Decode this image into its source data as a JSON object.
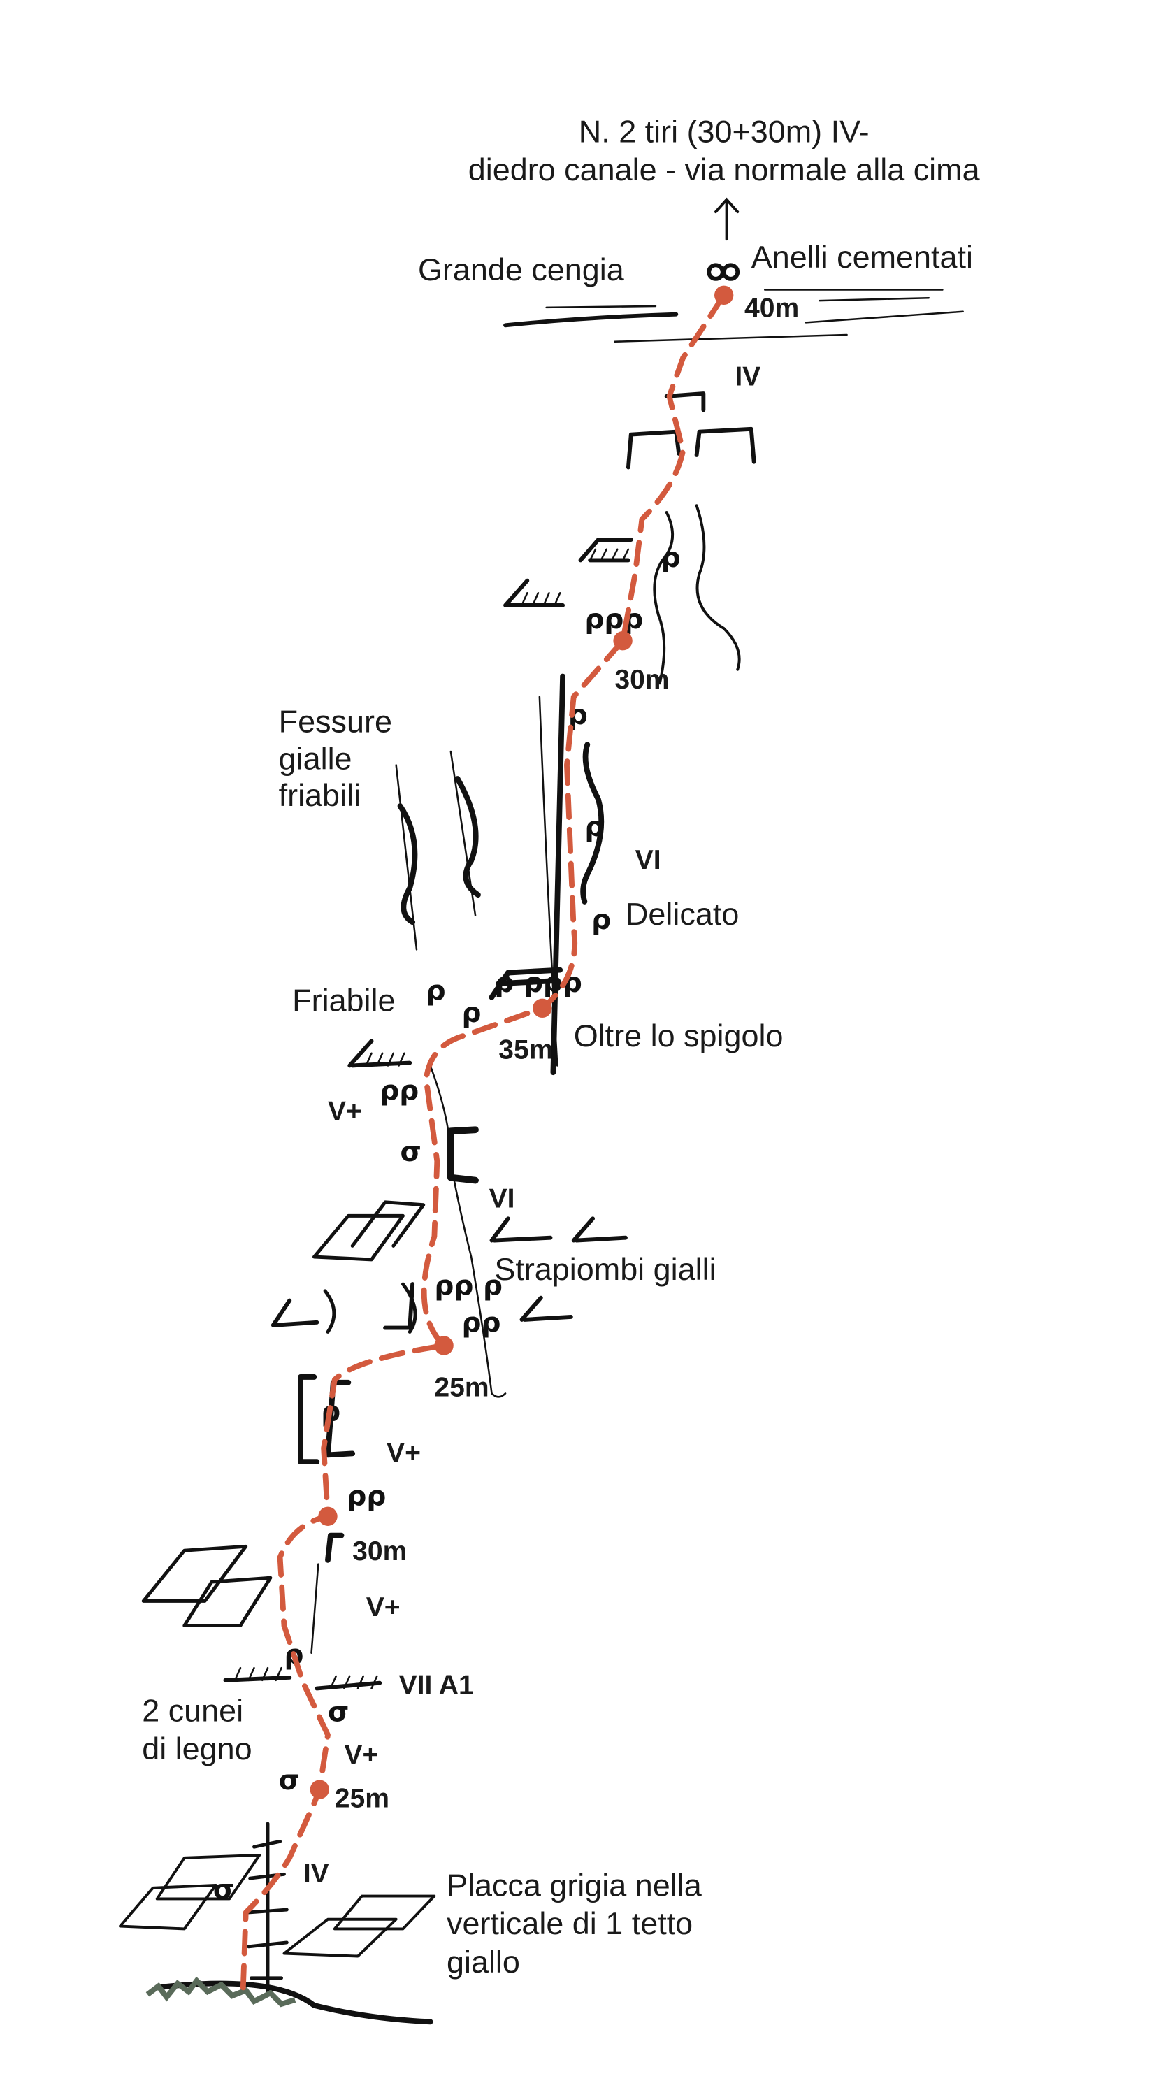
{
  "header": {
    "line1": "N. 2 tiri (30+30m) IV-",
    "line2": "diedro canale - via normale alla cima"
  },
  "colors": {
    "route": "#d35a3e",
    "ink": "#111111",
    "grass": "#5a6b5a"
  },
  "notes": {
    "grande_cengia": "Grande cengia",
    "anelli": "Anelli cementati",
    "fessure": [
      "Fessure",
      "gialle",
      "friabili"
    ],
    "delicato": "Delicato",
    "friabile": "Friabile",
    "oltre": "Oltre lo spigolo",
    "strapiombi": "Strapiombi gialli",
    "cunei": [
      "2 cunei",
      "di legno"
    ],
    "placca": [
      "Placca grigia nella",
      "verticale di 1 tetto",
      "giallo"
    ]
  },
  "belays": [
    "40m",
    "30m",
    "35m",
    "25m",
    "30m",
    "25m"
  ],
  "grades": [
    "IV",
    "VI",
    "V+",
    "VI",
    "V+",
    "V+",
    "VII A1",
    "V+",
    "IV"
  ],
  "icons": {
    "anchor": "rings-icon",
    "arrow": "arrow-up-icon",
    "piton": "piton-icon"
  }
}
